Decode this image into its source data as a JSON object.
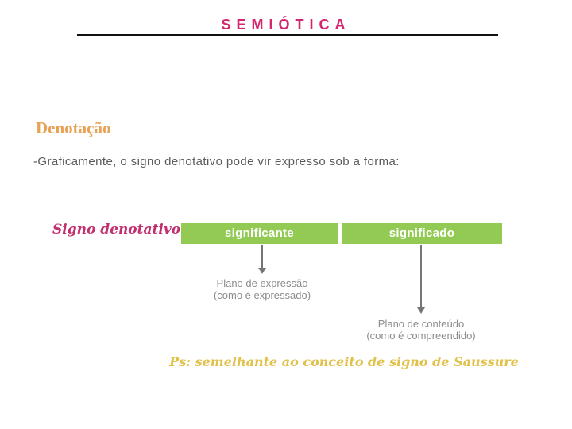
{
  "header": {
    "title": "SEMIÓTICA"
  },
  "content": {
    "heading": "Denotação",
    "intro": "-Graficamente, o signo denotativo pode vir expresso sob a forma:",
    "note": "Ps: semelhante ao conceito de signo de Saussure"
  },
  "diagram": {
    "label": "Signo denotativo:",
    "boxes": [
      {
        "label": "significante",
        "annotation": [
          "Plano de expressão",
          "(como é expressado)"
        ]
      },
      {
        "label": "significado",
        "annotation": [
          "Plano de conteúdo",
          "(como é compreendido)"
        ]
      }
    ]
  },
  "colors": {
    "title_pink": "#d4256e",
    "heading_orange": "#e8a254",
    "body_gray": "#5a5a5a",
    "label_pink": "#c22e6e",
    "box_green": "#92ca53",
    "box_text_white": "#ffffff",
    "arrow_gray": "#757575",
    "annotation_gray": "#8c8c8c",
    "note_gold": "#e2c14b",
    "underline_black": "#111111"
  }
}
